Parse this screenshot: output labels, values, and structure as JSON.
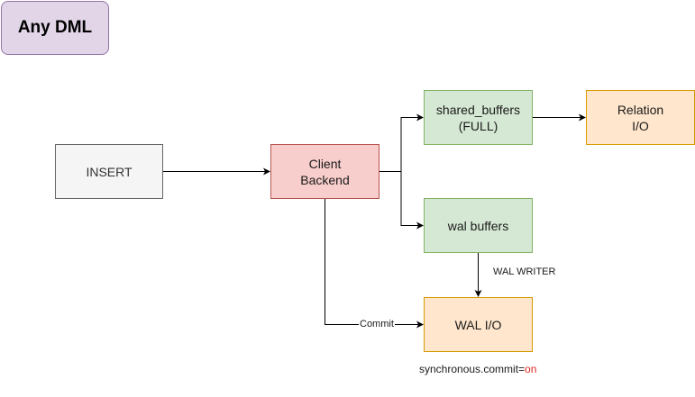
{
  "title": "Any DML",
  "nodes": {
    "insert": "INSERT",
    "client_backend": "Client\nBackend",
    "shared_buffers": "shared_buffers\n(FULL)",
    "relation_io": "Relation\nI/O",
    "wal_buffers": "wal buffers",
    "wal_io": "WAL I/O"
  },
  "edges": {
    "commit_label": "Commit",
    "wal_writer_label": "WAL WRITER"
  },
  "footnote": {
    "key": "synchronous.commit=",
    "value": "on",
    "value_color": "#e32626"
  },
  "colors": {
    "title_fill": "#e1d5e7",
    "title_stroke": "#9673a6",
    "insert_fill": "#f5f5f5",
    "client_fill": "#f8cecc",
    "buffer_fill": "#d5e8d4",
    "io_fill": "#ffe6cc",
    "edge": "#000000"
  }
}
